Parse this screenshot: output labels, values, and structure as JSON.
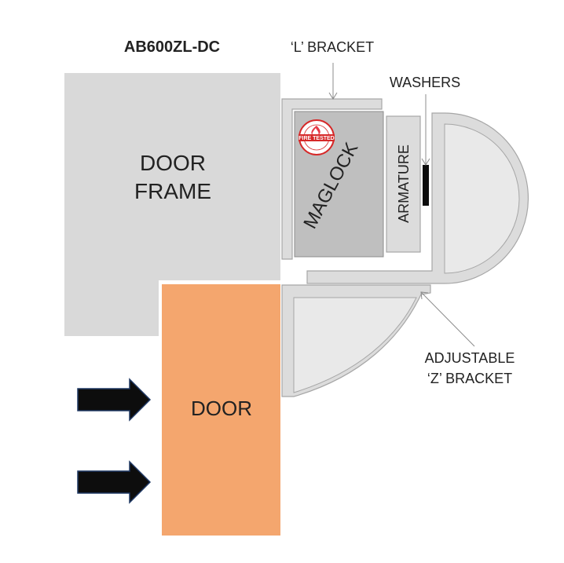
{
  "title": "AB600ZL-DC",
  "labels": {
    "l_bracket": "‘L’ BRACKET",
    "washers": "WASHERS",
    "door_frame_line1": "DOOR",
    "door_frame_line2": "FRAME",
    "maglock": "MAGLOCK",
    "armature": "ARMATURE",
    "door": "DOOR",
    "z_bracket_line1": "ADJUSTABLE",
    "z_bracket_line2": "‘Z’ BRACKET"
  },
  "badge": {
    "text": "FIRE TESTED",
    "color": "#d62828"
  },
  "colors": {
    "frame": "#d9d9d9",
    "door": "#f4a66e",
    "bracket": "#dcdcdc",
    "bracket_stroke": "#a6a6a6",
    "maglock": "#bfbfbf",
    "arrow": "#0d0d0d",
    "arrow_stroke": "#1f3864"
  }
}
